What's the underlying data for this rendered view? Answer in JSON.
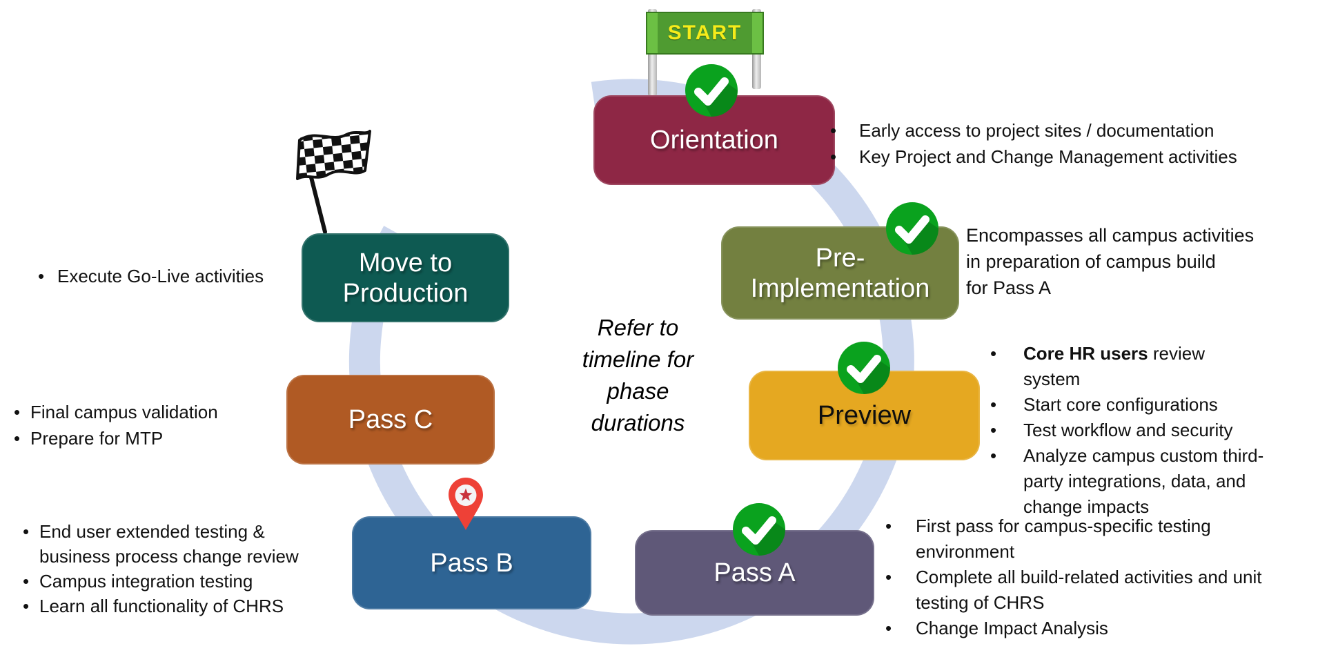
{
  "title": "CHRS implementation phase cycle",
  "start_sign": {
    "label": "START"
  },
  "phases": {
    "orientation": {
      "label": "Orientation"
    },
    "pre_implementation": {
      "label_lines": [
        "Pre-",
        "Implementation"
      ]
    },
    "preview": {
      "label": "Preview"
    },
    "pass_a": {
      "label": "Pass A"
    },
    "pass_b": {
      "label": "Pass B"
    },
    "pass_c": {
      "label": "Pass C"
    },
    "mtp": {
      "label_lines": [
        "Move to",
        "Production"
      ]
    }
  },
  "notes": {
    "orientation": [
      {
        "text": "Early access to project sites / documentation"
      },
      {
        "text": "Key Project and Change Management activities"
      }
    ],
    "pre_implementation_lines": [
      "Encompasses all campus activities",
      "in preparation of campus build",
      "for Pass A"
    ],
    "preview": [
      {
        "bold": "Core HR users",
        "text": " review system"
      },
      {
        "text": "Start core configurations"
      },
      {
        "text": "Test workflow and security"
      },
      {
        "text": "Analyze campus custom third-party integrations, data, and change impacts"
      }
    ],
    "pass_a": [
      {
        "text": "First pass for campus-specific testing environment"
      },
      {
        "text": "Complete all build-related activities and unit testing of CHRS"
      },
      {
        "text": "Change Impact Analysis"
      }
    ],
    "pass_b": [
      {
        "text": "End user extended testing & business process change review"
      },
      {
        "text": "Campus integration testing"
      },
      {
        "text": "Learn all functionality of CHRS"
      }
    ],
    "pass_c": [
      {
        "text": "Final campus validation"
      },
      {
        "text": "Prepare for MTP"
      }
    ],
    "mtp": [
      {
        "text": "Execute Go-Live activities"
      }
    ]
  },
  "center_note": {
    "lines": [
      "Refer to",
      "timeline for",
      "phase",
      "durations"
    ]
  },
  "icons": {
    "check": "green-checkmark-circle",
    "flag": "checkered-finish-flag",
    "pin": "location-pin-with-star",
    "start": "start-banner-sign"
  },
  "colors": {
    "orientation": "#8e2745",
    "pre_implementation": "#738040",
    "preview": "#e5a821",
    "pass_a": "#5f5878",
    "pass_b": "#2e6494",
    "pass_c": "#b05a24",
    "mtp": "#0e5a52",
    "ring": "#ccd7ee",
    "check": "#0aa21e",
    "pin": "#ee4137",
    "pin_star": "#c9333e",
    "start_banner": "#4f9b31",
    "start_banner_edge": "#6cc044",
    "start_border": "#37791f",
    "start_text": "#f6ec1a"
  }
}
